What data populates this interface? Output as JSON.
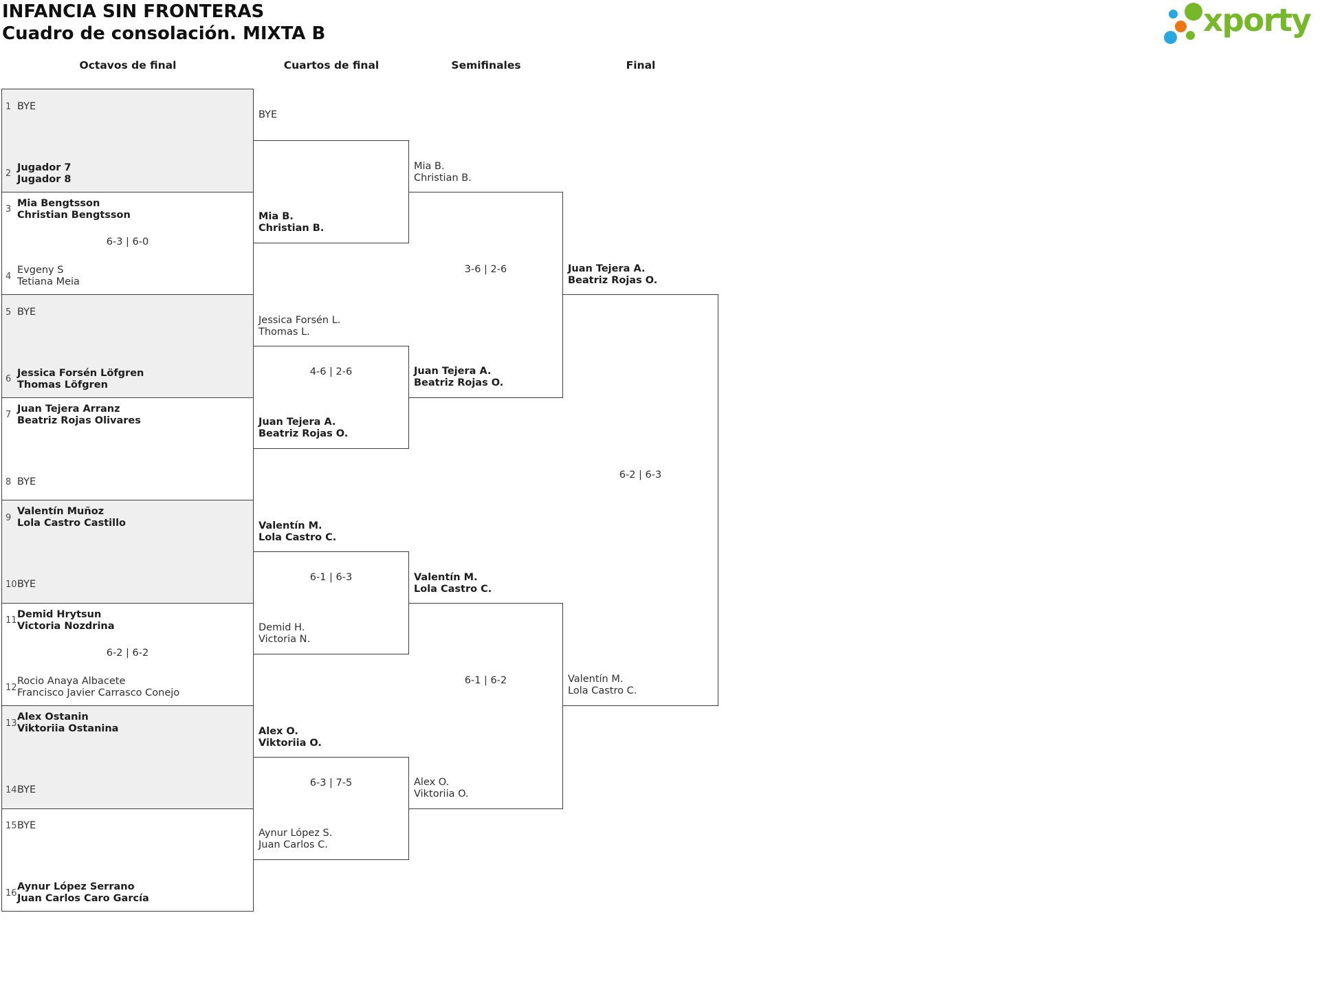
{
  "page": {
    "title": "INFANCIA SIN FRONTERAS",
    "subtitle": "Cuadro de consolación. MIXTA B"
  },
  "logo": {
    "text": "xporty",
    "green": "#76b82a",
    "blue": "#29a8e0",
    "orange": "#ec7612",
    "dots": [
      "#29a8e0",
      "#76b82a",
      "#ec7612",
      "#29a8e0",
      "#76b82a"
    ]
  },
  "colors": {
    "box_border": "#3f3f3f",
    "shaded_box_bg": "#efefef",
    "text": "#2e2e2e"
  },
  "round_headers": [
    "Octavos de final",
    "Cuartos de final",
    "Semifinales",
    "Final"
  ],
  "rounds": {
    "r16": [
      {
        "shaded": true,
        "score": "",
        "top": {
          "seed": "1",
          "names": [
            "BYE"
          ],
          "winner": false
        },
        "bottom": {
          "seed": "2",
          "names": [
            "Jugador 7",
            "Jugador 8"
          ],
          "winner": true
        }
      },
      {
        "shaded": false,
        "score": "6-3 | 6-0",
        "top": {
          "seed": "3",
          "names": [
            "Mia Bengtsson",
            "Christian Bengtsson"
          ],
          "winner": true
        },
        "bottom": {
          "seed": "4",
          "names": [
            "Evgeny S",
            "Tetiana Meia"
          ],
          "winner": false
        }
      },
      {
        "shaded": true,
        "score": "",
        "top": {
          "seed": "5",
          "names": [
            "BYE"
          ],
          "winner": false
        },
        "bottom": {
          "seed": "6",
          "names": [
            "Jessica Forsén Löfgren",
            "Thomas Löfgren"
          ],
          "winner": true
        }
      },
      {
        "shaded": false,
        "score": "",
        "top": {
          "seed": "7",
          "names": [
            "Juan Tejera Arranz",
            "Beatriz Rojas Olivares"
          ],
          "winner": true
        },
        "bottom": {
          "seed": "8",
          "names": [
            "BYE"
          ],
          "winner": false
        }
      },
      {
        "shaded": true,
        "score": "",
        "top": {
          "seed": "9",
          "names": [
            "Valentín Muñoz",
            "Lola Castro Castillo"
          ],
          "winner": true
        },
        "bottom": {
          "seed": "10",
          "names": [
            "BYE"
          ],
          "winner": false
        }
      },
      {
        "shaded": false,
        "score": "6-2 | 6-2",
        "top": {
          "seed": "11",
          "names": [
            "Demid Hrytsun",
            "Victoria Nozdrina"
          ],
          "winner": true
        },
        "bottom": {
          "seed": "12",
          "names": [
            "Rocio Anaya Albacete",
            "Francisco Javier Carrasco Conejo"
          ],
          "winner": false
        }
      },
      {
        "shaded": true,
        "score": "",
        "top": {
          "seed": "13",
          "names": [
            "Alex Ostanin",
            "Viktoriia Ostanina"
          ],
          "winner": true
        },
        "bottom": {
          "seed": "14",
          "names": [
            "BYE"
          ],
          "winner": false
        }
      },
      {
        "shaded": false,
        "score": "",
        "top": {
          "seed": "15",
          "names": [
            "BYE"
          ],
          "winner": false
        },
        "bottom": {
          "seed": "16",
          "names": [
            "Aynur López Serrano",
            "Juan Carlos Caro García"
          ],
          "winner": true
        }
      }
    ],
    "quarterfinals": [
      {
        "score": "",
        "top": {
          "names": [
            "BYE"
          ],
          "winner": false
        },
        "bottom": {
          "names": [
            "Mia B.",
            "Christian B."
          ],
          "winner": true
        }
      },
      {
        "score": "4-6 | 2-6",
        "top": {
          "names": [
            "Jessica Forsén L.",
            "Thomas L."
          ],
          "winner": false
        },
        "bottom": {
          "names": [
            "Juan Tejera A.",
            "Beatriz Rojas O."
          ],
          "winner": true
        }
      },
      {
        "score": "6-1 | 6-3",
        "top": {
          "names": [
            "Valentín M.",
            "Lola Castro C."
          ],
          "winner": true
        },
        "bottom": {
          "names": [
            "Demid H.",
            "Victoria N."
          ],
          "winner": false
        }
      },
      {
        "score": "6-3 | 7-5",
        "top": {
          "names": [
            "Alex O.",
            "Viktoriia O."
          ],
          "winner": true
        },
        "bottom": {
          "names": [
            "Aynur López S.",
            "Juan Carlos C."
          ],
          "winner": false
        }
      }
    ],
    "semifinals": [
      {
        "score": "3-6 | 2-6",
        "top": {
          "names": [
            "Mia B.",
            "Christian B."
          ],
          "winner": false
        },
        "bottom": {
          "names": [
            "Juan Tejera A.",
            "Beatriz Rojas O."
          ],
          "winner": true
        }
      },
      {
        "score": "6-1 | 6-2",
        "top": {
          "names": [
            "Valentín M.",
            "Lola Castro C."
          ],
          "winner": true
        },
        "bottom": {
          "names": [
            "Alex O.",
            "Viktoriia O."
          ],
          "winner": false
        }
      }
    ],
    "final": [
      {
        "score": "6-2 | 6-3",
        "top": {
          "names": [
            "Juan Tejera A.",
            "Beatriz Rojas O."
          ],
          "winner": true
        },
        "bottom": {
          "names": [
            "Valentín M.",
            "Lola Castro C."
          ],
          "winner": false
        }
      }
    ]
  }
}
